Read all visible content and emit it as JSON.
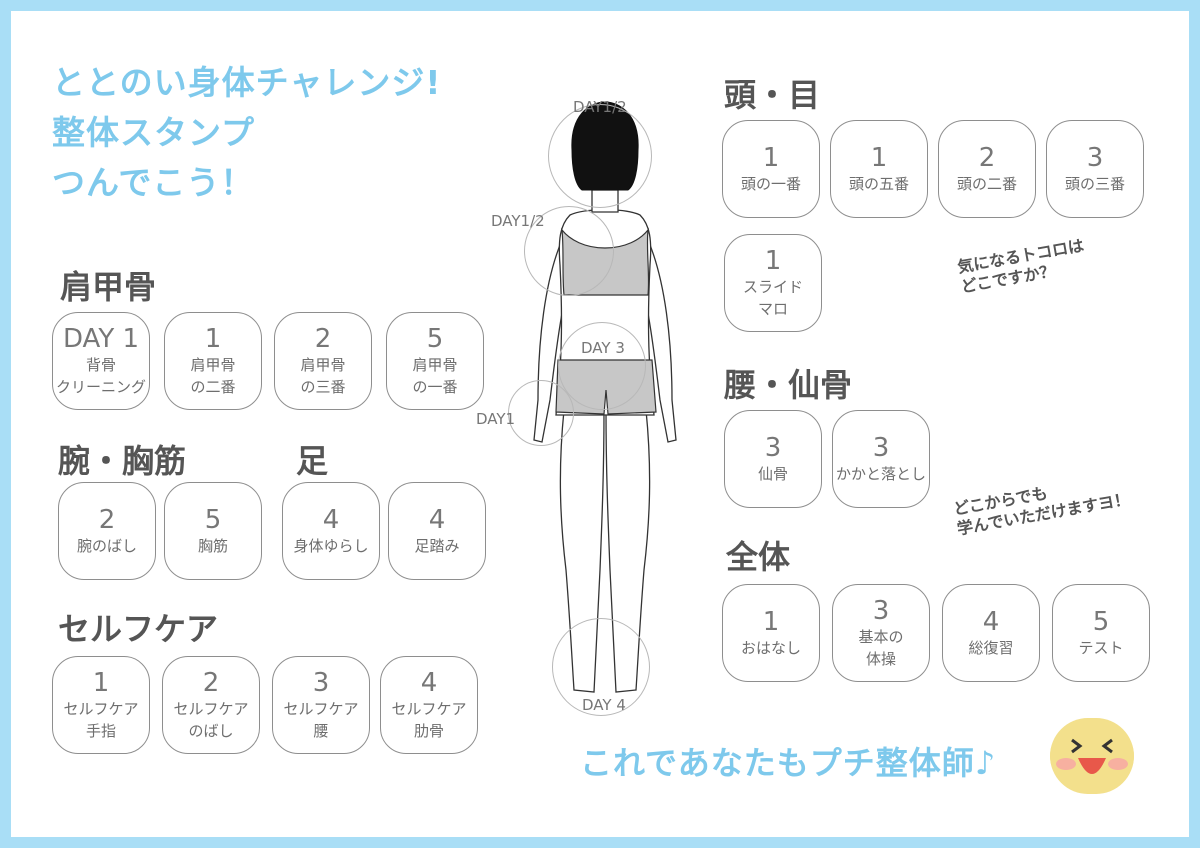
{
  "title": {
    "line1": "ととのい身体チャレンジ!",
    "line2": "整体スタンプ",
    "line3": "つんでこう！"
  },
  "sections": {
    "shoulder": {
      "heading": "肩甲骨",
      "stamps": [
        {
          "num": "DAY 1",
          "line1": "背骨",
          "line2": "クリーニング"
        },
        {
          "num": "1",
          "line1": "肩甲骨",
          "line2": "の二番"
        },
        {
          "num": "2",
          "line1": "肩甲骨",
          "line2": "の三番"
        },
        {
          "num": "5",
          "line1": "肩甲骨",
          "line2": "の一番"
        }
      ]
    },
    "arm": {
      "heading": "腕・胸筋",
      "stamps": [
        {
          "num": "2",
          "line1": "腕のばし"
        },
        {
          "num": "5",
          "line1": "胸筋"
        }
      ]
    },
    "foot": {
      "heading": "足",
      "stamps": [
        {
          "num": "4",
          "line1": "身体ゆらし"
        },
        {
          "num": "4",
          "line1": "足踏み"
        }
      ]
    },
    "selfcare": {
      "heading": "セルフケア",
      "stamps": [
        {
          "num": "1",
          "line1": "セルフケア",
          "line2": "手指"
        },
        {
          "num": "2",
          "line1": "セルフケア",
          "line2": "のばし"
        },
        {
          "num": "3",
          "line1": "セルフケア",
          "line2": "腰"
        },
        {
          "num": "4",
          "line1": "セルフケア",
          "line2": "肋骨"
        }
      ]
    },
    "head": {
      "heading": "頭・目",
      "stamps": [
        {
          "num": "1",
          "line1": "頭の一番"
        },
        {
          "num": "1",
          "line1": "頭の五番"
        },
        {
          "num": "2",
          "line1": "頭の二番"
        },
        {
          "num": "3",
          "line1": "頭の三番"
        },
        {
          "num": "1",
          "line1": "スライド",
          "line2": "マロ"
        }
      ]
    },
    "waist": {
      "heading": "腰・仙骨",
      "stamps": [
        {
          "num": "3",
          "line1": "仙骨"
        },
        {
          "num": "3",
          "line1": "かかと落とし"
        }
      ]
    },
    "whole": {
      "heading": "全体",
      "stamps": [
        {
          "num": "1",
          "line1": "おはなし"
        },
        {
          "num": "3",
          "line1": "基本の",
          "line2": "体操"
        },
        {
          "num": "4",
          "line1": "総復習"
        },
        {
          "num": "5",
          "line1": "テスト"
        }
      ]
    }
  },
  "body_labels": {
    "head": "DAY1/2",
    "shoulder": "DAY1/2",
    "waist": "DAY 3",
    "hand": "DAY1",
    "feet": "DAY 4"
  },
  "notes": {
    "note1_line1": "気になるトコロは",
    "note1_line2": "どこですか？",
    "note2_line1": "どこからでも",
    "note2_line2": "学んでいただけますヨ！"
  },
  "footer": "これであなたもプチ整体師♪",
  "colors": {
    "frame": "#a9def6",
    "title": "#7ec9ec",
    "heading": "#555555"
  },
  "icons": {
    "mascot": "laughing-face-icon"
  }
}
